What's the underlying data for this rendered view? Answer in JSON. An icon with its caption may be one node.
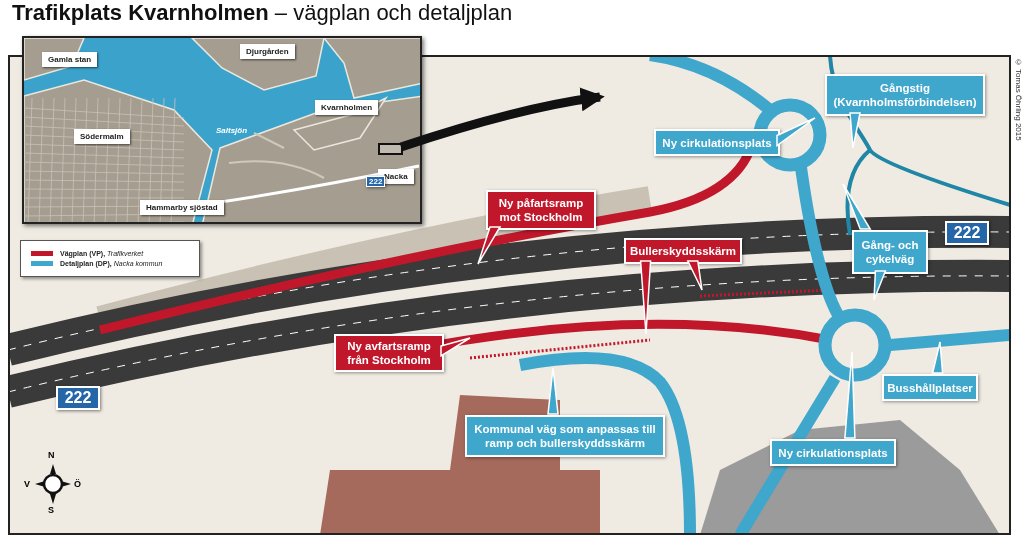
{
  "diagram": {
    "title": "**Trafikplats Kvarnholmen** – vägplan och detaljplan",
    "nodes": [
      {
        "text": [],
        "shape": "picture"
      },
      {
        "text": [
          "Gamla stan"
        ],
        "in": 0
      },
      {
        "text": [
          "Djurgården"
        ],
        "in": 0
      },
      {
        "text": [
          "Kvarnholmen"
        ],
        "in": 0
      },
      {
        "text": [
          "Södermalm"
        ],
        "in": 0
      },
      {
        "text": [],
        "shape": "box",
        "in": 0
      },
      {
        "text": [
          "Nacka"
        ],
        "in": 0
      },
      {
        "text": [
          "Hammarby sjöstad"
        ],
        "in": 0
      },
      {
        "text": [],
        "shape": "picture"
      },
      {
        "text": [
          "Gångstig (Kvarnholmsförbindelsen)"
        ],
        "in": 8
      },
      {
        "text": [
          "Ny cirkulationsplats"
        ],
        "in": 8
      },
      {
        "text": [
          "Ny påfartsramp mot Stockholm"
        ],
        "in": 8
      },
      {
        "text": [
          "Bullerskyddsskärm"
        ],
        "in": 8
      },
      {
        "text": [
          "Gång- och cykelväg"
        ],
        "in": 8
      },
      {
        "text": [
          "Ny avfartsramp från Stockholm"
        ],
        "in": 8
      },
      {
        "text": [
          "Busshållplatser"
        ],
        "in": 8
      },
      {
        "text": [
          "Kommunal väg som anpassas till ramp och bullerskyddsskärm"
        ],
        "in": 8
      },
      {
        "text": [
          "Ny cirkulationsplats"
        ],
        "in": 8
      }
    ],
    "edges": [
      {
        "from": 5,
        "to": 8,
        "arrow": "to"
      },
      {
        "from": 9,
        "to": null,
        "arrow": "to"
      },
      {
        "from": 10,
        "to": null,
        "arrow": "to"
      },
      {
        "from": 11,
        "to": null,
        "arrow": "to"
      },
      {
        "from": 12,
        "to": null,
        "arrow": "to"
      },
      {
        "from": 12,
        "to": null,
        "arrow": "to"
      },
      {
        "from": 13,
        "to": null,
        "arrow": "to"
      },
      {
        "from": 13,
        "to": null,
        "arrow": "to"
      },
      {
        "from": 14,
        "to": null,
        "arrow": "to"
      },
      {
        "from": 15,
        "to": null,
        "arrow": "to"
      },
      {
        "from": 16,
        "to": null,
        "arrow": "to"
      },
      {
        "from": 17,
        "to": null,
        "arrow": "to"
      }
    ],
    "labels": [
      "Saltsjön",
      "222",
      "© Tomas Öhrling 2015",
      "222",
      "222",
      "N",
      "V",
      "Ö",
      "S"
    ],
    "legend": [
      {
        "text": "**Vägplan (VP),** *Trafikverket*",
        "color": "#c0172b"
      },
      {
        "text": "**Detaljplan (DP),** *Nacka kommun*",
        "color": "#3fa6cc"
      }
    ]
  }
}
